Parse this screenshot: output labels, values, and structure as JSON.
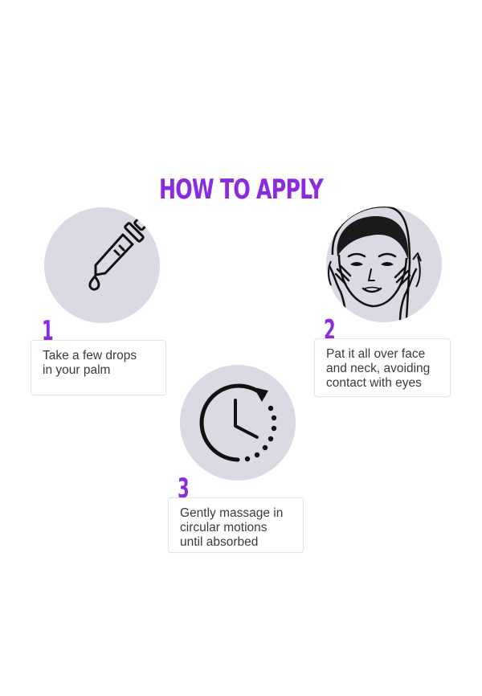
{
  "title": "HOW TO APPLY",
  "accent_color": "#8a2be2",
  "circle_color": "#d9dae3",
  "steps": [
    {
      "number": "1",
      "icon": "dropper-icon",
      "lines": [
        "Take a few drops",
        "in your palm"
      ]
    },
    {
      "number": "2",
      "icon": "face-pat-icon",
      "lines": [
        "Pat it all over face",
        "and neck, avoiding",
        "contact with eyes"
      ]
    },
    {
      "number": "3",
      "icon": "clock-icon",
      "lines": [
        "Gently massage in",
        "circular motions",
        "until absorbed"
      ]
    }
  ]
}
